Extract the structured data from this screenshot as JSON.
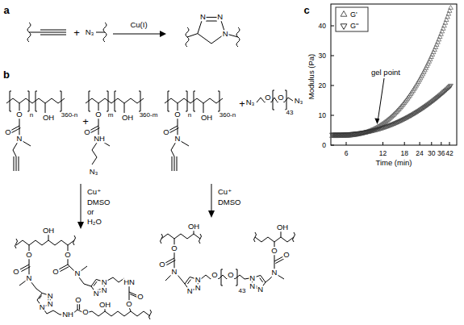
{
  "diagram": {
    "labels": [
      "a",
      "+",
      "N₃",
      "Cu(I)",
      "N",
      "N",
      "N",
      "b",
      "n",
      "360-n",
      "O",
      "O",
      "N",
      "OH",
      "+",
      "m",
      "360-m",
      "O",
      "O",
      "NH",
      "N₃",
      "OH",
      "n",
      "360-n",
      "O",
      "O",
      "N",
      "OH",
      "+",
      "N₃",
      "O",
      "O",
      "43",
      "N₃",
      "Cu⁺",
      "DMSO",
      "or",
      "H₂O",
      "Cu⁺",
      "DMSO",
      "OH",
      "O",
      "O",
      "N",
      "N",
      "N",
      "N",
      "NH",
      "O",
      "O",
      "O",
      "O",
      "N",
      "N",
      "N",
      "N",
      "HN",
      "O",
      "O",
      "OH",
      "OH",
      "O",
      "O",
      "N",
      "N",
      "N",
      "N",
      "O",
      "O",
      "43",
      "N",
      "N",
      "N",
      "N",
      "O",
      "O",
      "OH",
      "c",
      "0",
      "10",
      "20",
      "30",
      "40",
      "6",
      "12",
      "18",
      "24",
      "30",
      "36",
      "42",
      "Modulus (Pa)",
      "Time (min)",
      "gel point"
    ],
    "legend": [
      {
        "text": "G'"
      },
      {
        "text": "G''"
      }
    ]
  }
}
